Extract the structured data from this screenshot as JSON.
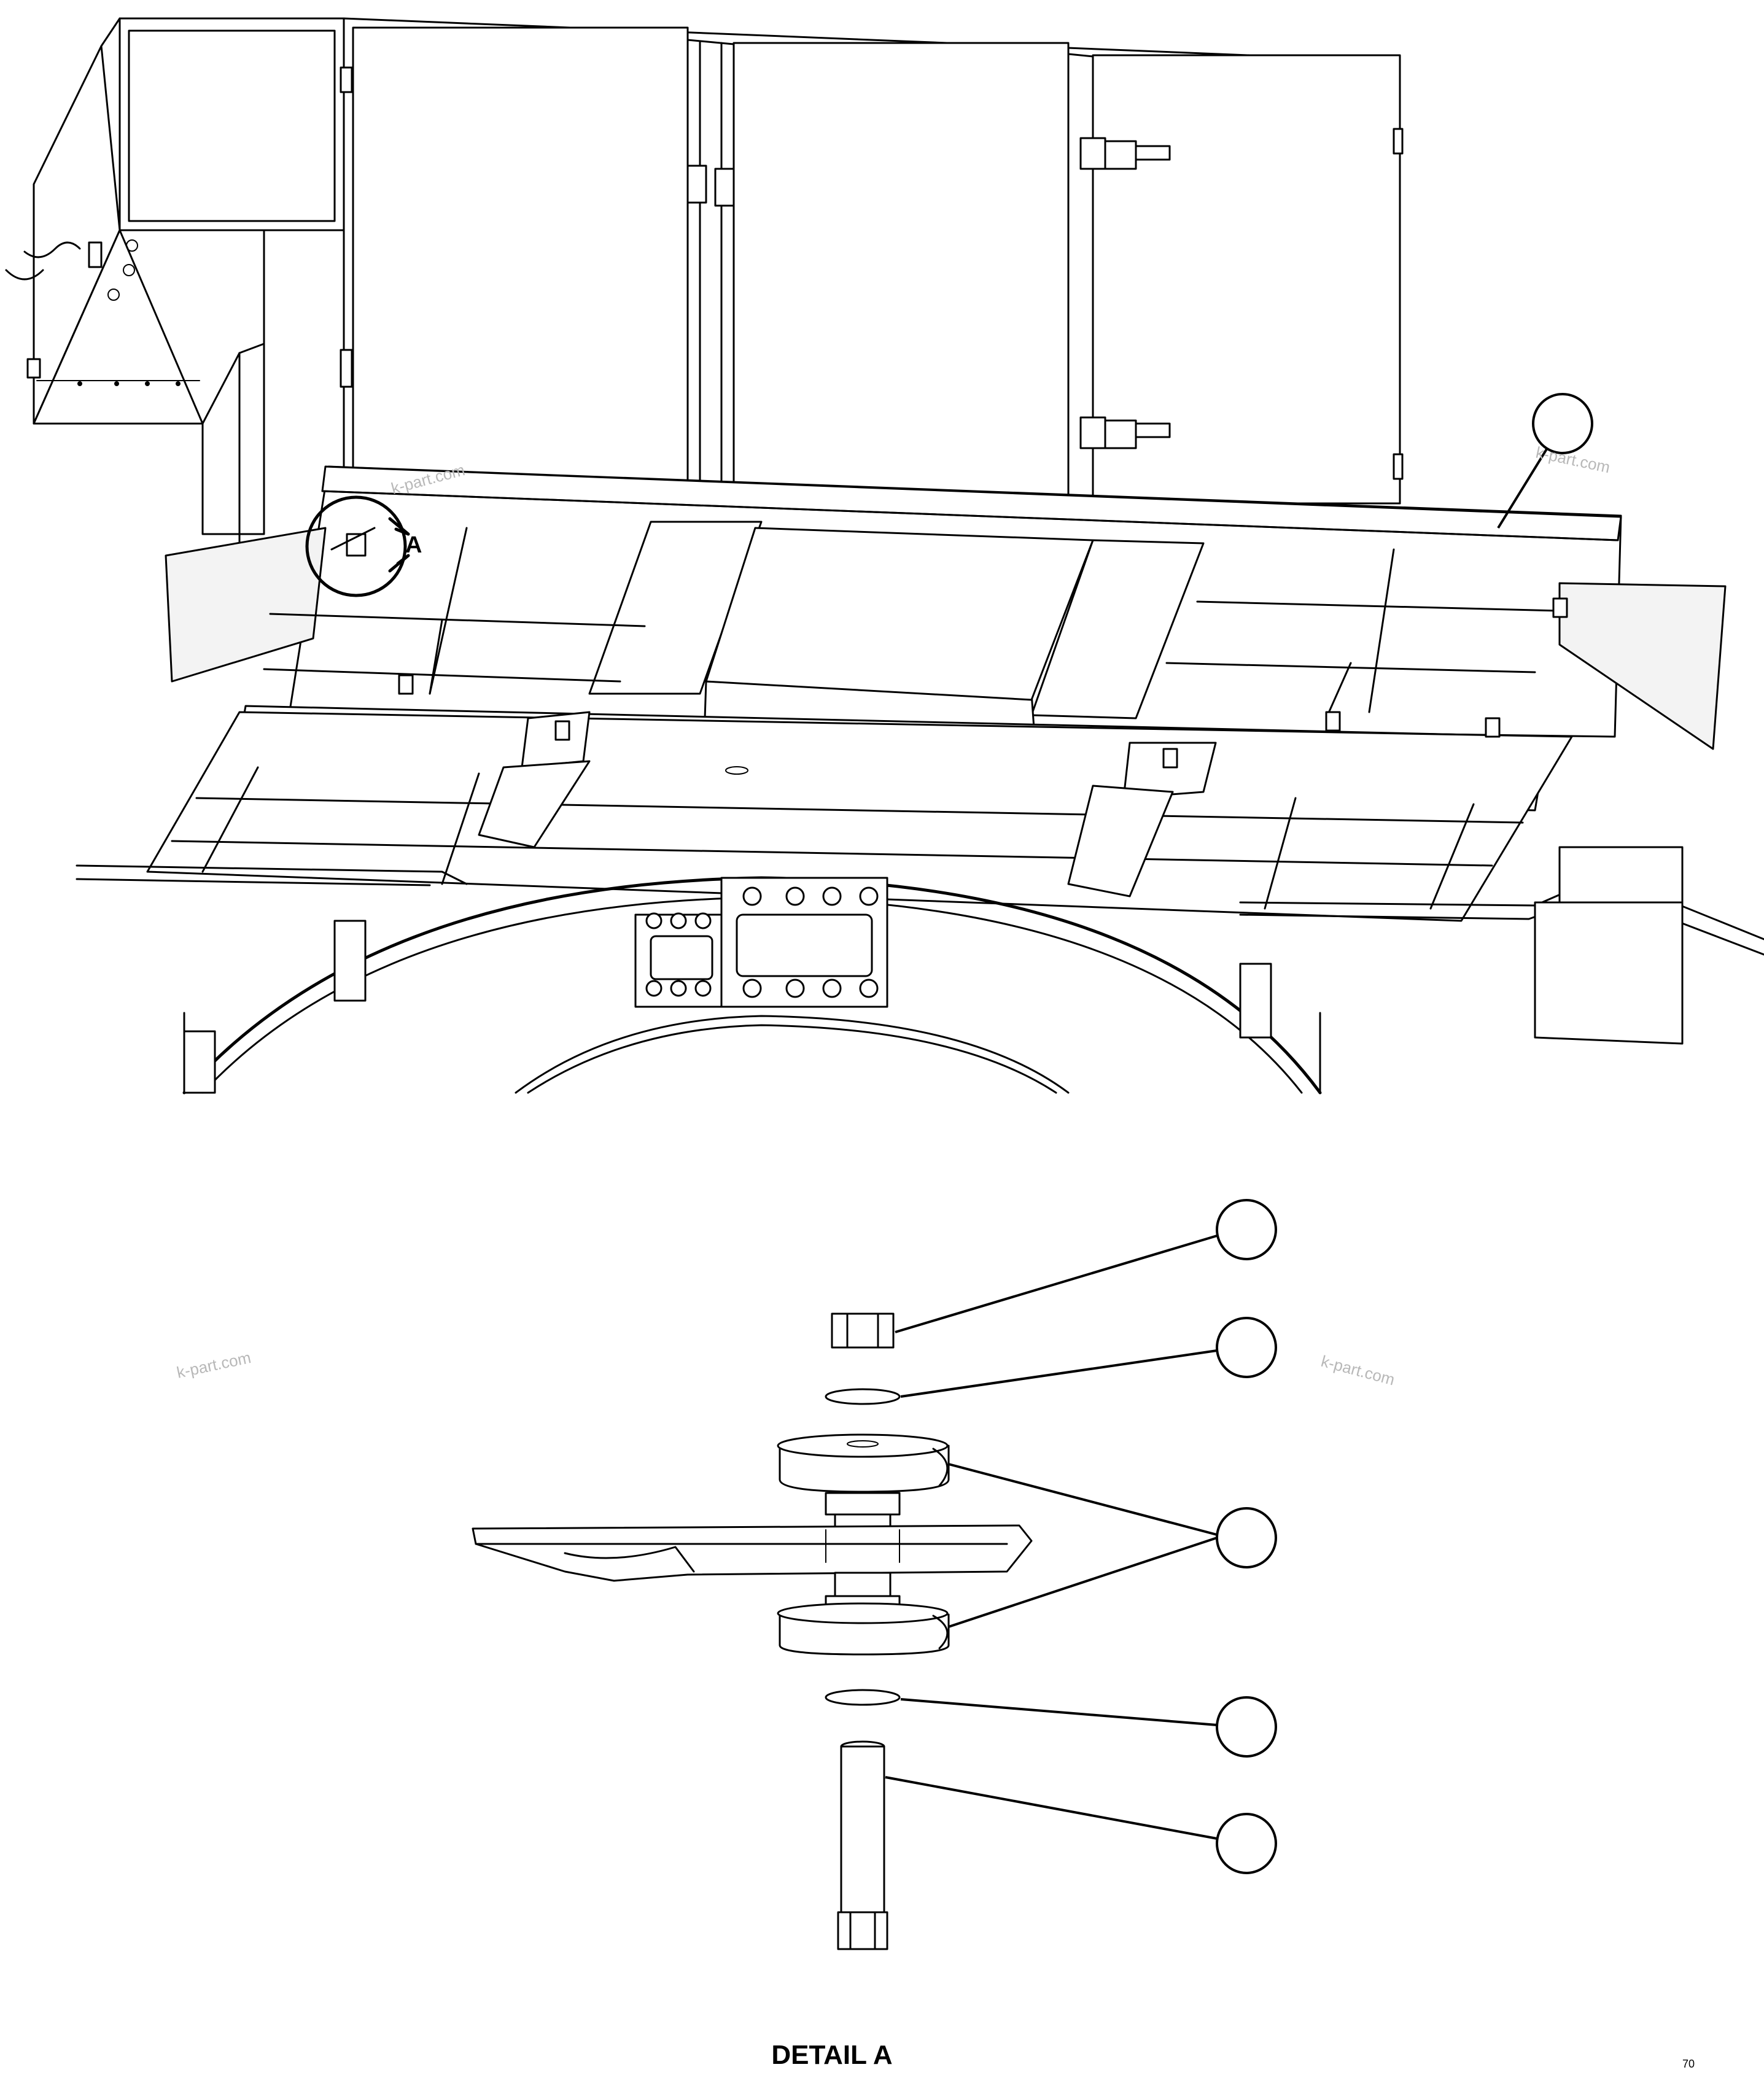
{
  "detail_label": "DETAIL A",
  "view_marker_letter": "A",
  "watermarks": [
    "k-part.com",
    "k-part.com",
    "k-part.com",
    "k-part.com"
  ],
  "sheet_code": "70",
  "callouts": [
    {
      "id": "top-frame-callout",
      "number": ""
    },
    {
      "id": "nut-callout",
      "number": ""
    },
    {
      "id": "washer-upper-callout",
      "number": ""
    },
    {
      "id": "bushing-callout",
      "number": ""
    },
    {
      "id": "washer-lower-callout",
      "number": ""
    },
    {
      "id": "bolt-callout",
      "number": ""
    }
  ]
}
